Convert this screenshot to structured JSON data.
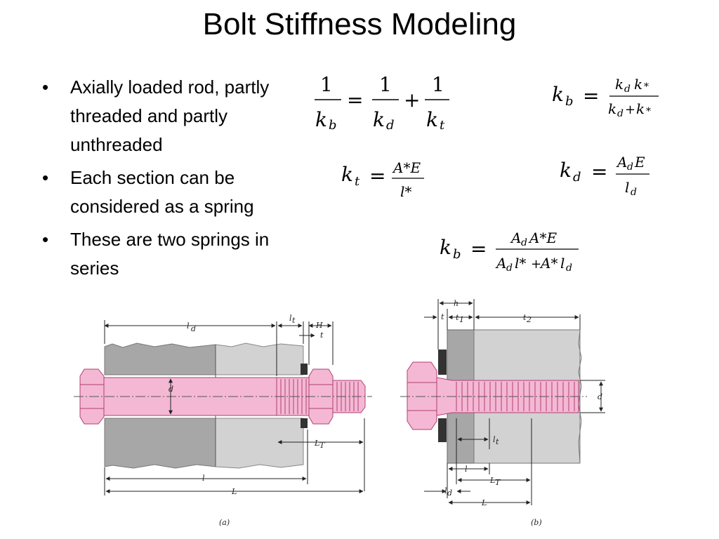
{
  "title": "Bolt Stiffness Modeling",
  "bullets": [
    "Axially loaded rod, partly threaded and partly unthreaded",
    "Each section can be considered as a spring",
    "These are two springs in series"
  ],
  "equations": {
    "eq1": {
      "one": "1",
      "kb": "k",
      "b": "b",
      "kd": "k",
      "d": "d",
      "kt": "k",
      "t": "t",
      "equals": "=",
      "plus": "+"
    },
    "eq2": {
      "lhs": "k",
      "lhs_sub": "b",
      "num": "k",
      "num_sub1": "d",
      "num_k2": "k",
      "star": "*",
      "den_k1": "k",
      "den_sub": "d",
      "plus": "+",
      "den_k2": "k"
    },
    "eq3": {
      "lhs": "k",
      "lhs_sub": "t",
      "num": "A*E",
      "den": "l*"
    },
    "eq4": {
      "lhs": "k",
      "lhs_sub": "d",
      "num_A": "A",
      "num_sub": "d",
      "num_E": "E",
      "den_l": "l",
      "den_sub": "d"
    },
    "eq5": {
      "lhs": "k",
      "lhs_sub": "b",
      "num_A": "A",
      "num_sub": "d",
      "num_rest": "A*E",
      "den_A": "A",
      "den_sub": "d",
      "den_l": "l*",
      "plus": "+",
      "den_A2": "A*",
      "den_l2": "l",
      "den_sub2": "d"
    }
  },
  "figure_a": {
    "caption": "(a)",
    "labels": {
      "ld": "l",
      "ld_sub": "d",
      "lt": "l",
      "lt_sub": "t",
      "H": "H",
      "t": "t",
      "d": "d",
      "LT": "L",
      "LT_sub": "T",
      "l": "l",
      "L": "L"
    }
  },
  "figure_b": {
    "caption": "(b)",
    "labels": {
      "h": "h",
      "t": "t",
      "t1": "t",
      "t1_sub": "1",
      "t2": "t",
      "t2_sub": "2",
      "d": "d",
      "lt": "l",
      "lt_sub": "t",
      "l": "l",
      "LT": "L",
      "LT_sub": "T",
      "ld": "l",
      "ld_sub": "d",
      "L": "L"
    }
  },
  "colors": {
    "bolt_fill": "#f4b8d4",
    "bolt_stroke": "#b04070",
    "member_dark": "#a7a7a7",
    "member_light": "#d2d2d2",
    "washer": "#333333"
  }
}
